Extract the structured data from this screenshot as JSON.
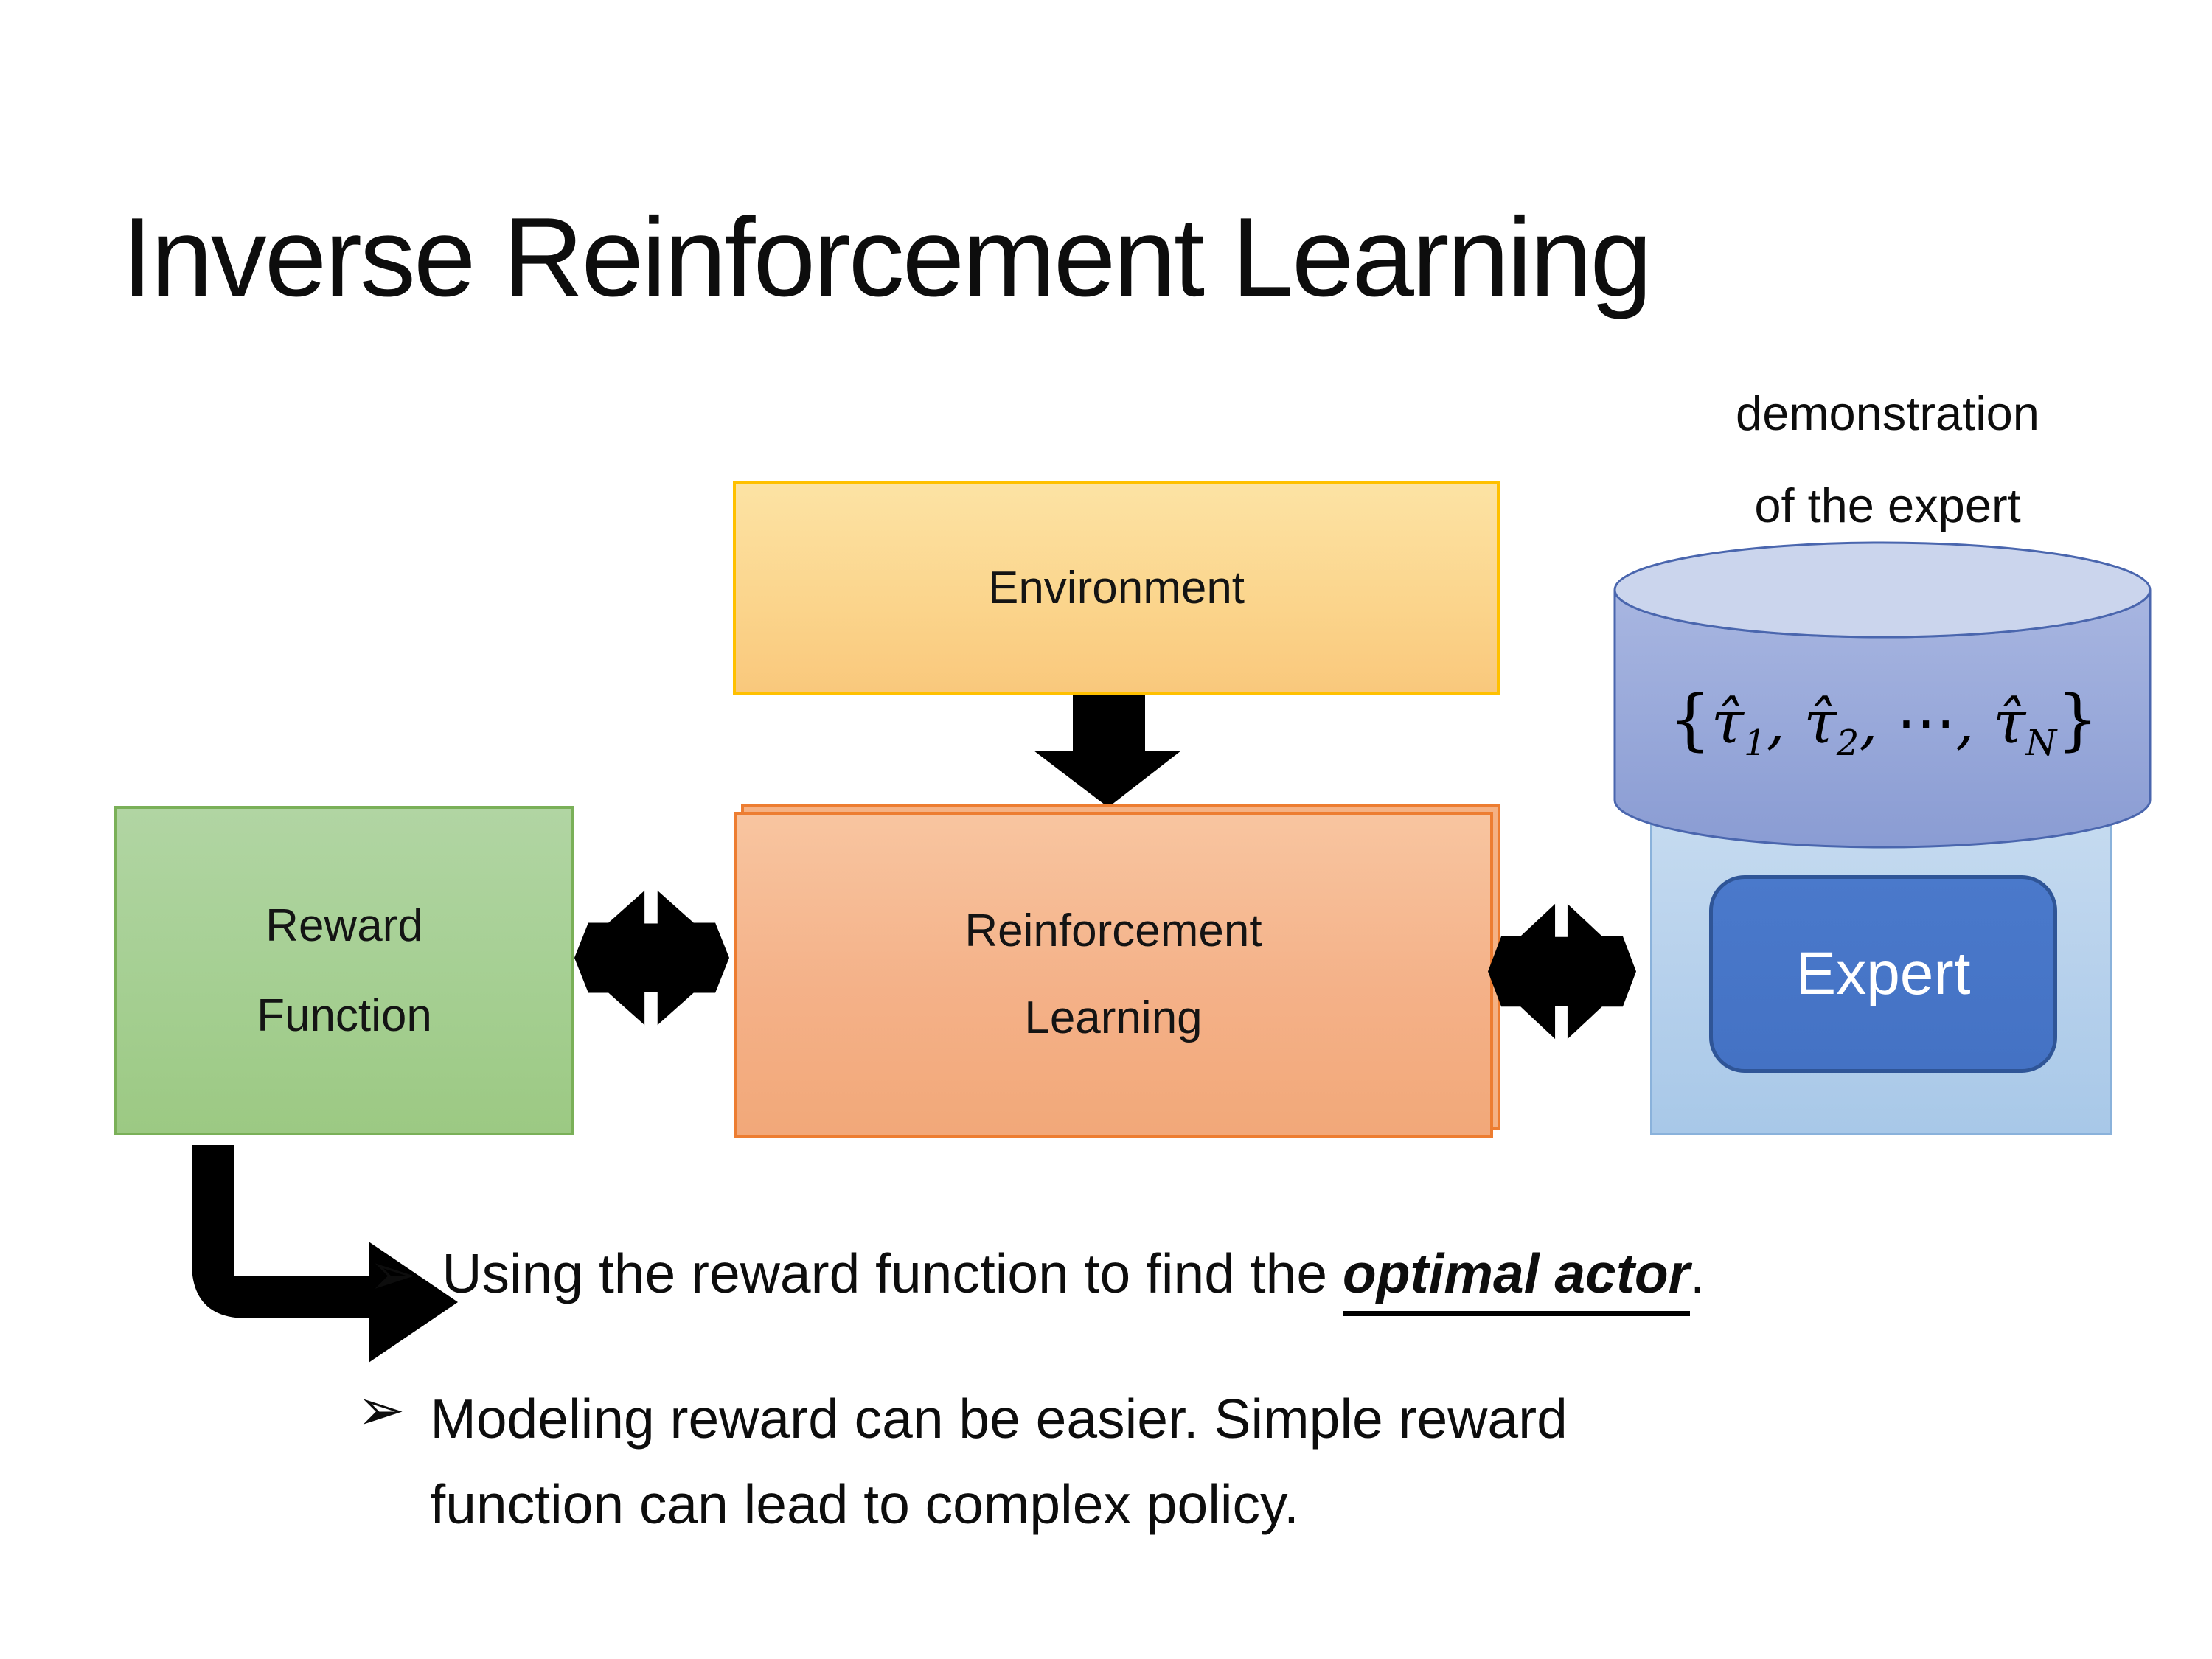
{
  "slide": {
    "title": "Inverse Reinforcement Learning"
  },
  "diagram": {
    "environment": {
      "label": "Environment"
    },
    "reward": {
      "label_line1": "Reward",
      "label_line2": "Function"
    },
    "reinforcement_learning": {
      "label_line1": "Reinforcement",
      "label_line2": "Learning"
    },
    "expert": {
      "label": "Expert"
    },
    "demonstration": {
      "caption_line1": "demonstration",
      "caption_line2": "of the expert",
      "formula": {
        "open": "{",
        "items": [
          {
            "base": "τ̂",
            "sub": "1",
            "sep": ","
          },
          {
            "base": "τ̂",
            "sub": "2",
            "sep": ","
          },
          {
            "base": "⋯",
            "sub": "",
            "sep": ","
          },
          {
            "base": "τ̂",
            "sub": "N",
            "sep": ""
          }
        ],
        "close": "}"
      }
    },
    "colors": {
      "environment_fill": "#FBD48B",
      "environment_border": "#FFC000",
      "reward_fill": "#A5CF92",
      "reward_border": "#7AB058",
      "rl_fill": "#F4B188",
      "rl_border": "#ED7D31",
      "expert_panel_fill": "#B7D1EC",
      "expert_panel_border": "#8AB2DB",
      "expert_fill": "#4472C4",
      "expert_border": "#2F5597",
      "cylinder_body": "#96A7D8",
      "cylinder_top": "#CBD5ED",
      "cylinder_border": "#4A66AE",
      "arrow": "#000000"
    }
  },
  "bullets": {
    "marker": "➢",
    "item1": {
      "prefix": "Using the reward function to find the ",
      "emphasis": "optimal actor",
      "suffix": "."
    },
    "item2": {
      "line1": "Modeling reward can be easier. Simple reward",
      "line2": "function can lead to complex policy."
    }
  }
}
